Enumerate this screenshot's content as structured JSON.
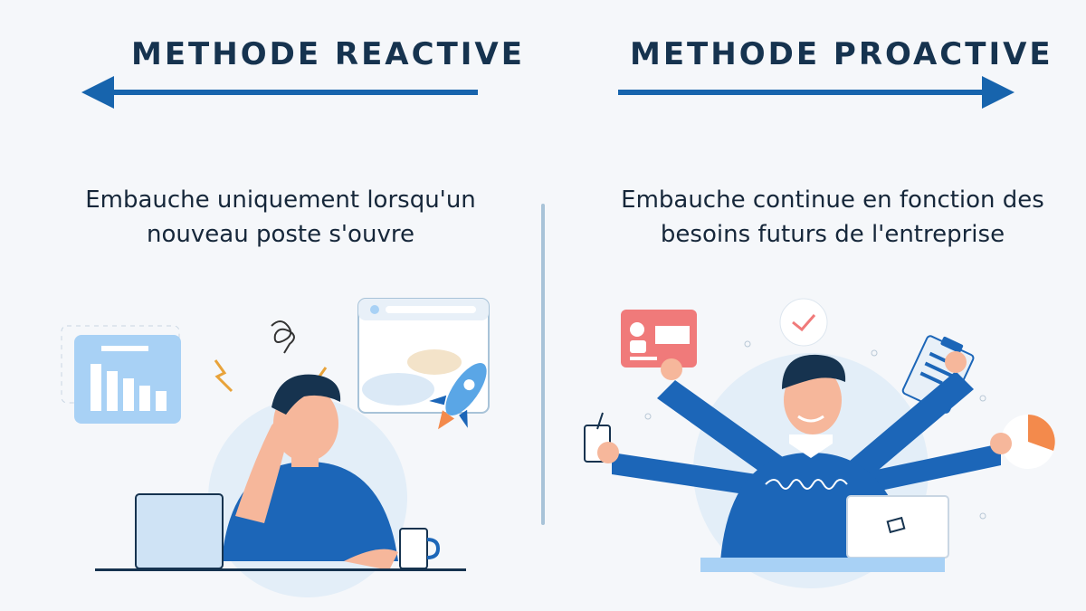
{
  "left": {
    "title": "METHODE REACTIVE",
    "description": "Embauche uniquement lorsqu'un nouveau poste s'ouvre",
    "arrow_direction": "left"
  },
  "right": {
    "title": "METHODE PROACTIVE",
    "description": "Embauche continue en fonction des besoins futurs de l'entreprise",
    "arrow_direction": "right"
  },
  "colors": {
    "title": "#16334f",
    "arrow": "#1764ad",
    "text": "#16273a",
    "accent_blue": "#1c66b8",
    "light_blue": "#a8d1f5",
    "pink": "#f07a7a",
    "orange": "#f38a4c",
    "skin": "#f6b79b"
  }
}
